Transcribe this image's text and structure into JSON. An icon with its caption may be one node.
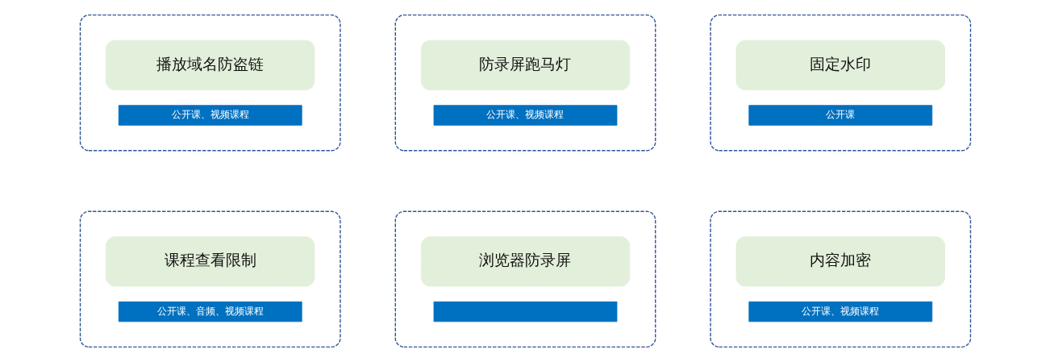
{
  "diagram": {
    "nodes": [
      {
        "text": [],
        "shape": "box"
      },
      {
        "text": [
          "播放域名防盗链"
        ],
        "in": 0
      },
      {
        "text": [
          "公开课、视频课程"
        ],
        "in": 0
      },
      {
        "text": [],
        "shape": "box"
      },
      {
        "text": [
          "防录屏跑马灯"
        ],
        "in": 3
      },
      {
        "text": [
          "公开课、视频课程"
        ],
        "in": 3
      },
      {
        "text": [],
        "shape": "box"
      },
      {
        "text": [
          "固定水印"
        ],
        "in": 6
      },
      {
        "text": [
          "公开课"
        ],
        "in": 6
      },
      {
        "text": [],
        "shape": "box"
      },
      {
        "text": [
          "课程查看限制"
        ],
        "in": 9
      },
      {
        "text": [
          "公开课、音频、视频课程"
        ],
        "in": 9
      },
      {
        "text": [],
        "shape": "box"
      },
      {
        "text": [
          "浏览器防录屏"
        ],
        "in": 12
      },
      {
        "text": [],
        "shape": "bar",
        "in": 12
      },
      {
        "text": [],
        "shape": "box"
      },
      {
        "text": [
          "内容加密"
        ],
        "in": 15
      },
      {
        "text": [
          "公开课、视频课程"
        ],
        "in": 15
      }
    ]
  }
}
